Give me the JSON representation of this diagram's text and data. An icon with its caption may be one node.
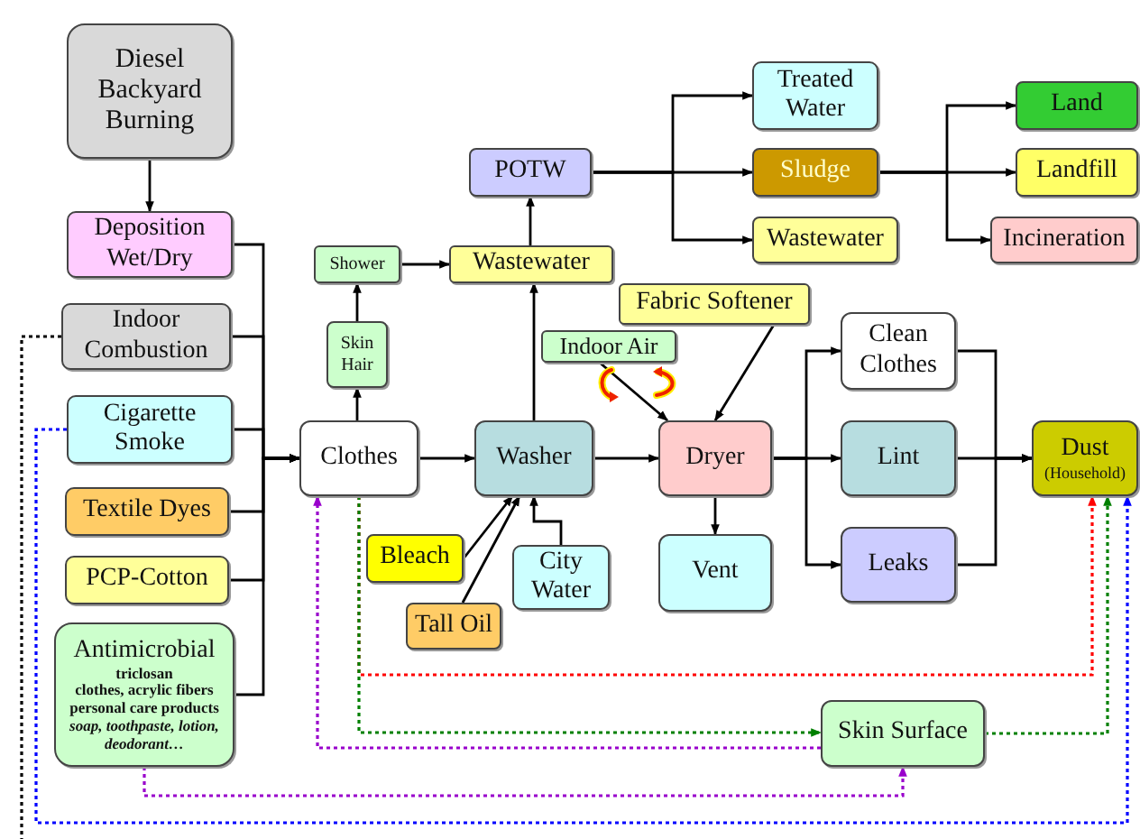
{
  "diagram": {
    "nodes": [
      {
        "text": [
          "Diesel Backyard Burning"
        ]
      },
      {
        "text": [
          "Deposition Wet/Dry"
        ]
      },
      {
        "text": [
          "Indoor Combustion"
        ]
      },
      {
        "text": [
          "Cigarette Smoke"
        ]
      },
      {
        "text": [
          "Textile Dyes"
        ]
      },
      {
        "text": [
          "PCP-Cotton"
        ]
      },
      {
        "text": [
          "Antimicrobial",
          "triclosan",
          "clothes, acrylic fibers",
          "personal care products",
          "soap, toothpaste, lotion, deodorant…"
        ]
      },
      {
        "text": [
          "Clothes"
        ]
      },
      {
        "text": [
          "Skin Hair"
        ]
      },
      {
        "text": [
          "Shower"
        ]
      },
      {
        "text": [
          "Washer"
        ]
      },
      {
        "text": [
          "Wastewater"
        ]
      },
      {
        "text": [
          "POTW"
        ]
      },
      {
        "text": [
          "Treated Water"
        ]
      },
      {
        "text": [
          "Sludge"
        ]
      },
      {
        "text": [
          "Wastewater"
        ]
      },
      {
        "text": [
          "Land"
        ]
      },
      {
        "text": [
          "Landfill"
        ]
      },
      {
        "text": [
          "Incineration"
        ]
      },
      {
        "text": [
          "Fabric Softener"
        ]
      },
      {
        "text": [
          "Indoor Air"
        ]
      },
      {
        "text": [
          "Dryer"
        ]
      },
      {
        "text": [
          "Clean Clothes"
        ]
      },
      {
        "text": [
          "Lint"
        ]
      },
      {
        "text": [
          "Leaks"
        ]
      },
      {
        "text": [
          "Dust",
          "(Household)"
        ]
      },
      {
        "text": [
          "Bleach"
        ]
      },
      {
        "text": [
          "Tall Oil"
        ]
      },
      {
        "text": [
          "City Water"
        ]
      },
      {
        "text": [
          "Vent"
        ]
      },
      {
        "text": [
          "Skin Surface"
        ]
      }
    ],
    "edges": [
      {
        "from": 0,
        "to": 1,
        "arrow": "to"
      },
      {
        "from": 1,
        "to": 7,
        "arrow": "to"
      },
      {
        "from": 2,
        "to": 7,
        "arrow": "to"
      },
      {
        "from": 3,
        "to": 7,
        "arrow": "to"
      },
      {
        "from": 4,
        "to": 7,
        "arrow": "to"
      },
      {
        "from": 5,
        "to": 7,
        "arrow": "to"
      },
      {
        "from": 6,
        "to": 7,
        "arrow": "to"
      },
      {
        "from": 7,
        "to": 8,
        "arrow": "to"
      },
      {
        "from": 8,
        "to": 9,
        "arrow": "to"
      },
      {
        "from": 9,
        "to": 11,
        "arrow": "to"
      },
      {
        "from": 10,
        "to": 11,
        "arrow": "to"
      },
      {
        "from": 11,
        "to": 12,
        "arrow": "to"
      },
      {
        "from": 12,
        "to": 13,
        "arrow": "to"
      },
      {
        "from": 12,
        "to": 14,
        "arrow": "to"
      },
      {
        "from": 12,
        "to": 15,
        "arrow": "to"
      },
      {
        "from": 14,
        "to": 16,
        "arrow": "to"
      },
      {
        "from": 14,
        "to": 17,
        "arrow": "to"
      },
      {
        "from": 14,
        "to": 18,
        "arrow": "to"
      },
      {
        "from": 7,
        "to": 10,
        "arrow": "to"
      },
      {
        "from": 26,
        "to": 10,
        "arrow": "to"
      },
      {
        "from": 27,
        "to": 10,
        "arrow": "to"
      },
      {
        "from": 28,
        "to": 10,
        "arrow": "to"
      },
      {
        "from": 10,
        "to": 21,
        "arrow": "to"
      },
      {
        "from": 20,
        "to": 21,
        "arrow": "to"
      },
      {
        "from": 19,
        "to": 21,
        "arrow": "to"
      },
      {
        "from": 21,
        "to": 29,
        "arrow": "to"
      },
      {
        "from": 21,
        "to": 22,
        "arrow": "to"
      },
      {
        "from": 21,
        "to": 23,
        "arrow": "to"
      },
      {
        "from": 21,
        "to": 24,
        "arrow": "to"
      },
      {
        "from": 22,
        "to": 25,
        "arrow": "to"
      },
      {
        "from": 23,
        "to": 25,
        "arrow": "to"
      },
      {
        "from": 24,
        "to": 25,
        "arrow": "to"
      },
      {
        "from": 7,
        "to": 25,
        "arrow": "to",
        "style": "dashed",
        "color": "#ff0000"
      },
      {
        "from": 7,
        "to": 30,
        "arrow": "to",
        "style": "dashed",
        "color": "#008000"
      },
      {
        "from": 30,
        "to": 25,
        "arrow": "to",
        "style": "dashed",
        "color": "#008000"
      },
      {
        "from": 30,
        "to": 7,
        "arrow": "to",
        "style": "dashed",
        "color": "#9900cc"
      },
      {
        "from": 6,
        "to": 30,
        "arrow": "to",
        "style": "dashed",
        "color": "#9900cc"
      },
      {
        "from": 3,
        "to": 25,
        "arrow": "to",
        "style": "dashed",
        "color": "#0000ff"
      },
      {
        "from": 2,
        "to": null,
        "arrow": "none",
        "style": "dashed",
        "color": "#000000"
      }
    ]
  }
}
